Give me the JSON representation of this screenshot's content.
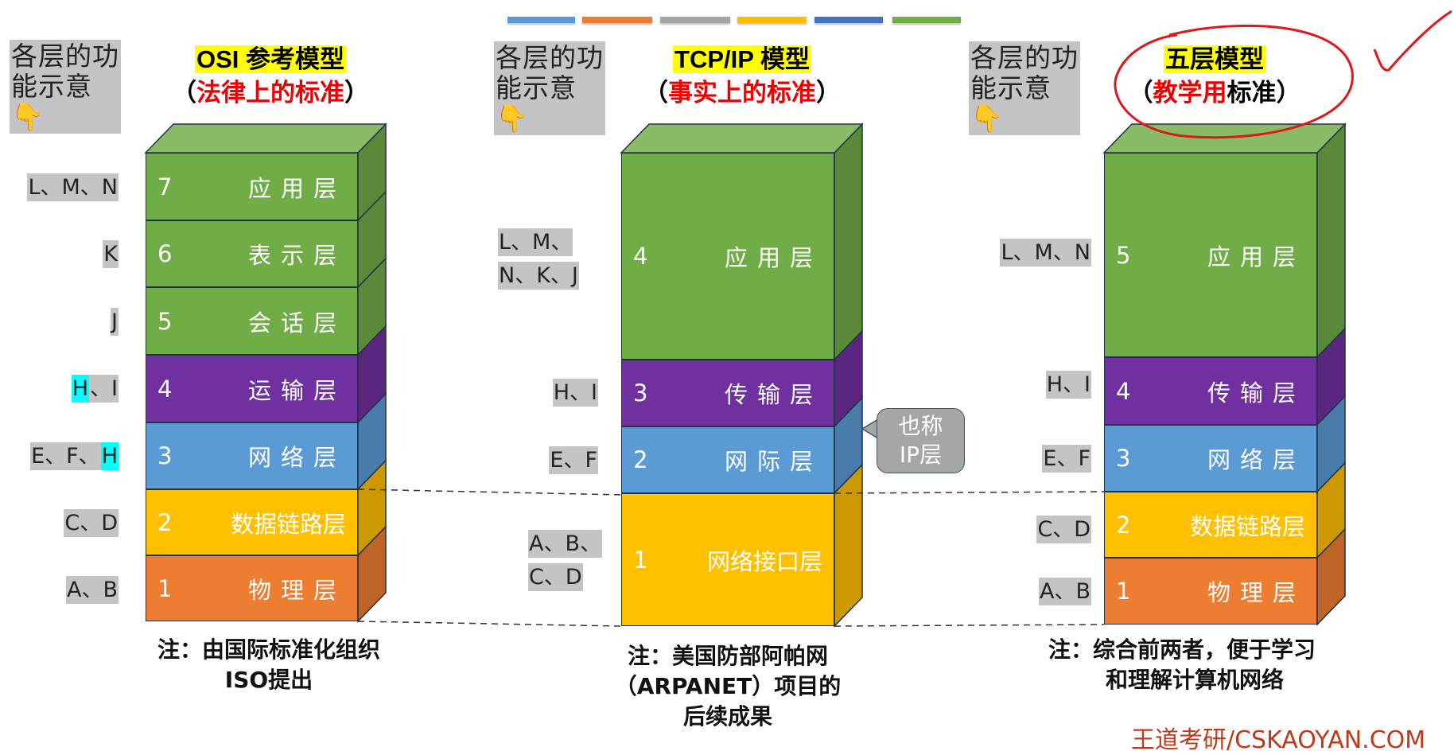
{
  "color_bars": [
    "#5b9bd5",
    "#ed7d31",
    "#a5a5a5",
    "#ffc000",
    "#4472c4",
    "#70ad47"
  ],
  "hint_label": "各层的功能示意👇",
  "osi": {
    "title": "OSI 参考模型",
    "subtitle_open": "（",
    "subtitle_red": "法律上的标准",
    "subtitle_close": "）",
    "layers": [
      {
        "num": "7",
        "name": "应用层",
        "functions": "L、M、N"
      },
      {
        "num": "6",
        "name": "表示层",
        "functions": "K"
      },
      {
        "num": "5",
        "name": "会话层",
        "functions": "J"
      },
      {
        "num": "4",
        "name": "运输层",
        "functions_hl": "H",
        "functions_rest": "、I"
      },
      {
        "num": "3",
        "name": "网络层",
        "functions": "E、F、",
        "functions_hl": "H"
      },
      {
        "num": "2",
        "name": "数据链路层",
        "functions": "C、D"
      },
      {
        "num": "1",
        "name": "物理层",
        "functions": "A、B"
      }
    ],
    "note_line1": "注：由国际标准化组织",
    "note_line2": "ISO提出"
  },
  "tcpip": {
    "title": "TCP/IP 模型",
    "subtitle_open": "（",
    "subtitle_red": "事实上的标准",
    "subtitle_close": "）",
    "layers": [
      {
        "num": "4",
        "name": "应用层",
        "functions_line1": "L、M、",
        "functions_line2": "N、K、J"
      },
      {
        "num": "3",
        "name": "传输层",
        "functions": "H、I"
      },
      {
        "num": "2",
        "name": "网际层",
        "functions": "E、F"
      },
      {
        "num": "1",
        "name": "网络接口层",
        "functions_line1": "A、B、",
        "functions_line2": "C、D"
      }
    ],
    "callout_line1": "也称",
    "callout_line2": "IP层",
    "note_line1": "注：美国防部阿帕网",
    "note_line2": "（ARPANET）项目的",
    "note_line3": "后续成果"
  },
  "five": {
    "title": "五层模型",
    "subtitle_open": "（",
    "subtitle_red": "教学用",
    "subtitle_black": "标准",
    "subtitle_close": "）",
    "layers": [
      {
        "num": "5",
        "name": "应用层",
        "functions": "L、M、N"
      },
      {
        "num": "4",
        "name": "传输层",
        "functions": "H、I"
      },
      {
        "num": "3",
        "name": "网络层",
        "functions": "E、F"
      },
      {
        "num": "2",
        "name": "数据链路层",
        "functions": "C、D"
      },
      {
        "num": "1",
        "name": "物理层",
        "functions": "A、B"
      }
    ],
    "note_line1": "注：综合前两者，便于学习",
    "note_line2": "和理解计算机网络"
  },
  "watermark": "王道考研/CSKAOYAN.COM"
}
